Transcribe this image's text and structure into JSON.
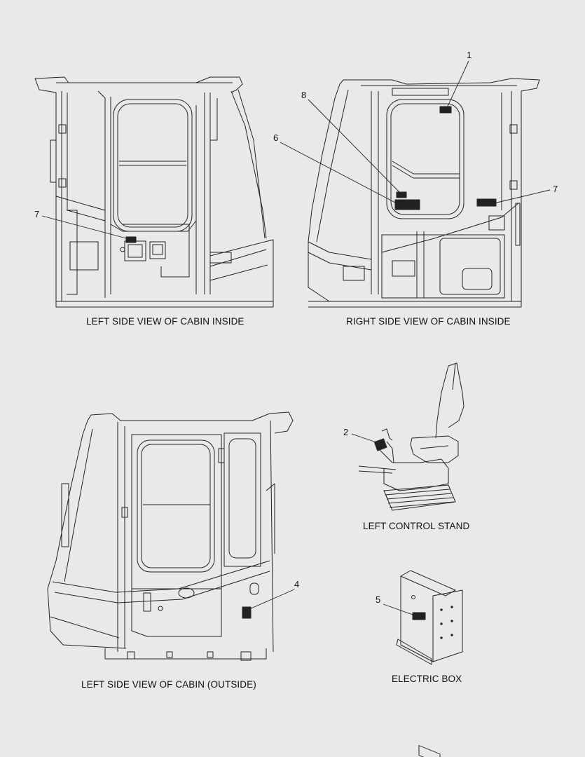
{
  "captions": {
    "left_inside": "LEFT SIDE VIEW OF CABIN INSIDE",
    "right_inside": "RIGHT SIDE VIEW OF CABIN INSIDE",
    "left_outside": "LEFT SIDE VIEW OF CABIN (OUTSIDE)",
    "control_stand": "LEFT CONTROL STAND",
    "electric_box": "ELECTRIC BOX"
  },
  "callouts": {
    "c1": "1",
    "c2": "2",
    "c4": "4",
    "c5": "5",
    "c6": "6",
    "c7_left": "7",
    "c7_right": "7",
    "c8": "8"
  },
  "colors": {
    "background": "#e9e9e9",
    "line": "#222222",
    "fill": "#ffffff"
  }
}
